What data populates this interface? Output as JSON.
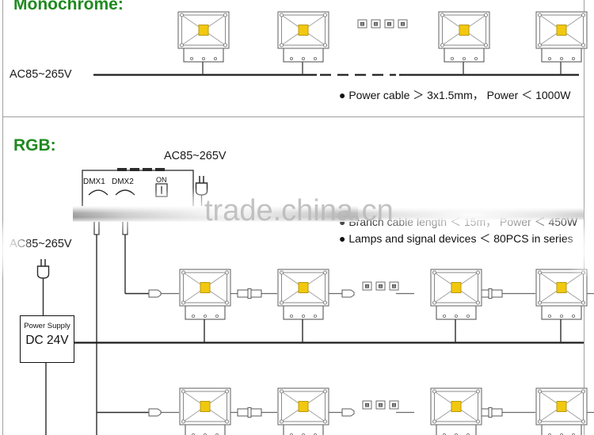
{
  "diagram": {
    "title_monochrome": "Monochrome:",
    "title_rgb": "RGB:",
    "accent_color": "#1f8a1f",
    "led_color": "#f2c80f",
    "line_color": "#1a1a1a"
  },
  "monochrome": {
    "supply_label": "AC85~265V",
    "note": "● Power cable ＞ 3x1.5mm， Power ＜ 1000W",
    "lamp_count": 4,
    "ellipsis_icons": 4
  },
  "rgb": {
    "controller_supply_label": "AC85~265V",
    "mains_supply_label": "AC85~265V",
    "dmx1_label": "DMX1",
    "dmx2_label": "DMX2",
    "on_label": "ON",
    "power_supply_title": "Power Supply",
    "power_supply_output": "DC 24V",
    "note_1": "● Branch cable length ＜ 15m， Power ＜ 450W",
    "note_2": "● Lamps and signal devices ＜ 80PCS in series",
    "row1_lamp_count": 4,
    "row2_lamp_count": 4
  },
  "watermark": {
    "text": "trade.china.cn"
  }
}
